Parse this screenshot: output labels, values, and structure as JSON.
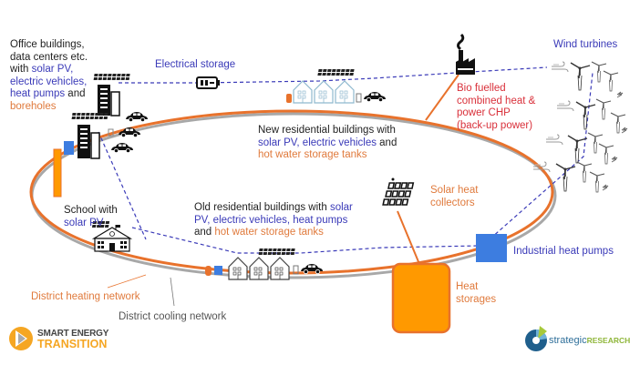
{
  "colors": {
    "heating_network": "#e8722c",
    "cooling_network": "#a8a8a8",
    "dashed_link": "#3a3ab8",
    "heat_storage": "#ff9900",
    "heat_pump": "#3d7de0",
    "text_blue": "#3a3ab8",
    "text_orange": "#e07a3c",
    "text_red": "#d9303a"
  },
  "labels": {
    "office": {
      "line1": "Office buildings,",
      "line2": "data centers etc.",
      "line3_a": "with ",
      "line3_b": "solar PV,",
      "line4": "electric vehicles,",
      "line5_a": "heat pumps",
      "line5_b": " and",
      "line6": "boreholes"
    },
    "electrical_storage": "Electrical storage",
    "wind_turbines": "Wind turbines",
    "chp": {
      "line1": "Bio fuelled",
      "line2": "combined heat &",
      "line3": "power CHP",
      "line4": "(back-up power)"
    },
    "new_residential": {
      "line1": "New residential buildings with",
      "line2_a": "solar PV, electric vehicles",
      "line2_b": " and",
      "line3": "hot water storage tanks"
    },
    "old_residential": {
      "line1_a": "Old residential buildings with ",
      "line1_b": "solar",
      "line2": "PV, electric vehicles, heat pumps",
      "line3_a": "and ",
      "line3_b": "hot water storage tanks"
    },
    "school": {
      "line1": "School with",
      "line2": "solar PV"
    },
    "solar_heat": {
      "line1": "Solar heat",
      "line2": "collectors"
    },
    "industrial_heat_pumps": "Industrial heat pumps",
    "heat_storages": {
      "line1": "Heat",
      "line2": "storages"
    },
    "district_heating": "District heating network",
    "district_cooling": "District cooling network"
  },
  "logos": {
    "left": {
      "line1": "SMART ENERGY",
      "line2": "TRANSITION"
    },
    "right": {
      "part1": "strategic",
      "part2": "RESEARCH"
    }
  }
}
